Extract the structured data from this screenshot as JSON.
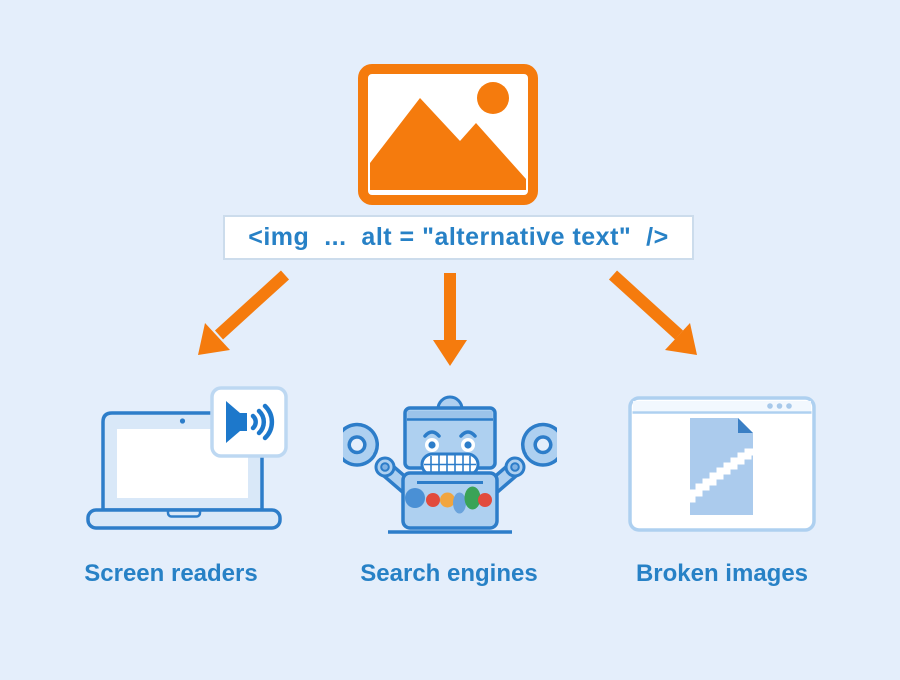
{
  "diagram": {
    "topic": "img alt attribute",
    "code_box": {
      "text": "<img  ...  alt = \"alternative text\"  />"
    },
    "targets": [
      {
        "label": "Screen readers",
        "icon": "laptop-with-speaker-icon"
      },
      {
        "label": "Search engines",
        "icon": "robot-icon"
      },
      {
        "label": "Broken images",
        "icon": "browser-broken-image-icon"
      }
    ],
    "icons": {
      "header": "image-placeholder-icon",
      "arrows": [
        "arrow-down-left-icon",
        "arrow-down-icon",
        "arrow-down-right-icon"
      ]
    },
    "colors": {
      "background": "#e4eefb",
      "accent_orange": "#f57b0d",
      "accent_blue_text": "#2781c6",
      "outline_blue": "#2d7dc9",
      "light_fill_blue": "#aed0f0",
      "speaker_blue": "#1d78cb",
      "document_blue": "#abcbed",
      "fold_blue": "#3b7fc4"
    }
  }
}
